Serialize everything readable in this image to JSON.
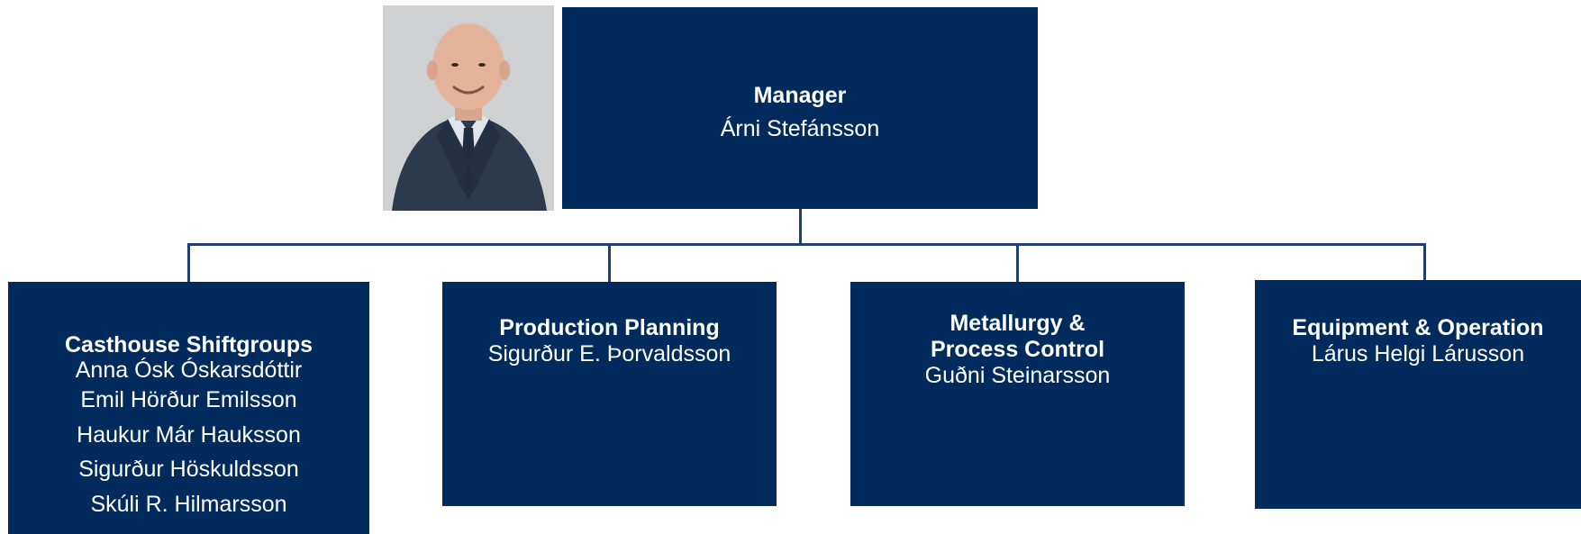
{
  "colors": {
    "box": "#002b5c",
    "connector": "#1f3f73",
    "text": "#ffffff"
  },
  "manager": {
    "title": "Manager",
    "name": "Árni Stefánsson",
    "photo": "portrait-photo"
  },
  "departments": [
    {
      "title": "Casthouse Shiftgroups",
      "members": [
        "Anna Ósk Óskarsdóttir",
        "Emil Hörður Emilsson",
        "Haukur Már Hauksson",
        "Sigurður Höskuldsson",
        "Skúli R. Hilmarsson"
      ]
    },
    {
      "title": "Production Planning",
      "name": "Sigurður E. Þorvaldsson"
    },
    {
      "title_line1": "Metallurgy &",
      "title_line2": "Process Control",
      "name": "Guðni Steinarsson"
    },
    {
      "title": "Equipment & Operation",
      "name": "Lárus Helgi Lárusson"
    }
  ]
}
